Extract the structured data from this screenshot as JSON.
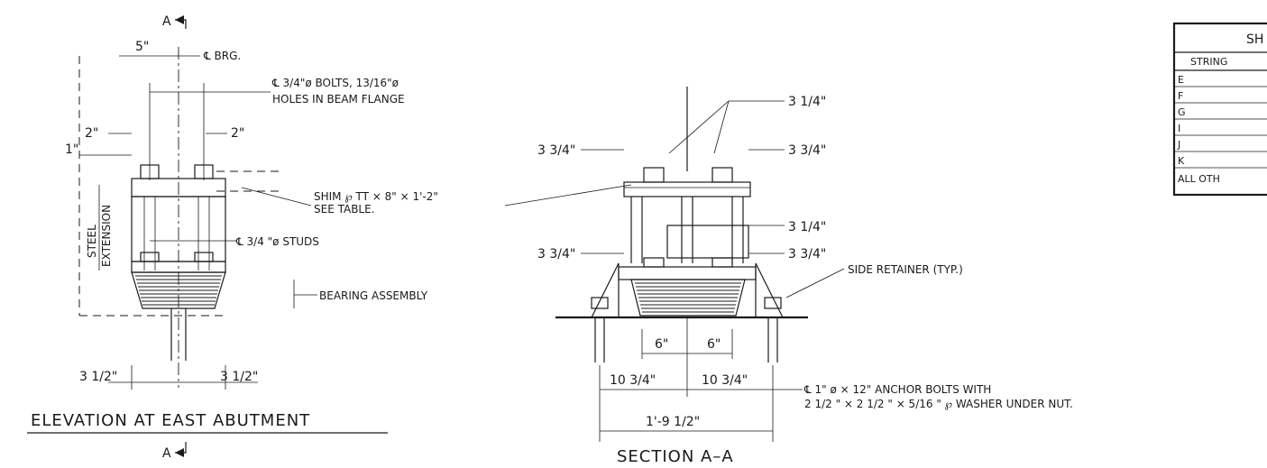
{
  "elevation": {
    "section_marker_top": "A",
    "section_marker_bottom": "A",
    "dim_top": "5\"",
    "cl_brg": "℄ BRG.",
    "bolts_note_1": "℄  3/4\"ø BOLTS,  13/16\"ø",
    "bolts_note_2": "HOLES IN BEAM FLANGE",
    "dim_left_2": "2\"",
    "dim_right_2": "2\"",
    "dim_1": "1\"",
    "steel_extension_1": "STEEL",
    "steel_extension_2": "EXTENSION",
    "shim_note_1": "SHIM ℘ TT × 8\" × 1'-2\"",
    "shim_note_2": "SEE TABLE.",
    "studs_note": "℄  3/4 \"ø STUDS",
    "bearing_note": "BEARING ASSEMBLY",
    "dim_bottom_left": "3 1/2\"",
    "dim_bottom_right": "3 1/2\"",
    "title": "ELEVATION AT EAST ABUTMENT"
  },
  "section": {
    "dim_top_right": "3 1/4\"",
    "dim_top_left_334": "3 3/4\"",
    "dim_top_right_334": "3 3/4\"",
    "dim_mid_right": "3 1/4\"",
    "dim_mid_left_334": "3 3/4\"",
    "dim_mid_right_334": "3 3/4\"",
    "side_retainer": "SIDE RETAINER (TYP.)",
    "dim_6_left": "6\"",
    "dim_6_right": "6\"",
    "dim_1034_left": "10 3/4\"",
    "dim_1034_right": "10 3/4\"",
    "dim_overall": "1'-9 1/2\"",
    "anchor_note_1": "℄ 1\"  ø × 12\" ANCHOR BOLTS WITH",
    "anchor_note_2": "2 1/2 \" × 2 1/2 \" ×  5/16 \" ℘ WASHER UNDER NUT.",
    "title": "SECTION A–A"
  },
  "table": {
    "title": "SH",
    "header": "STRING",
    "rows": [
      "E",
      "F",
      "G",
      "I",
      "J",
      "K",
      "ALL OTH"
    ]
  }
}
